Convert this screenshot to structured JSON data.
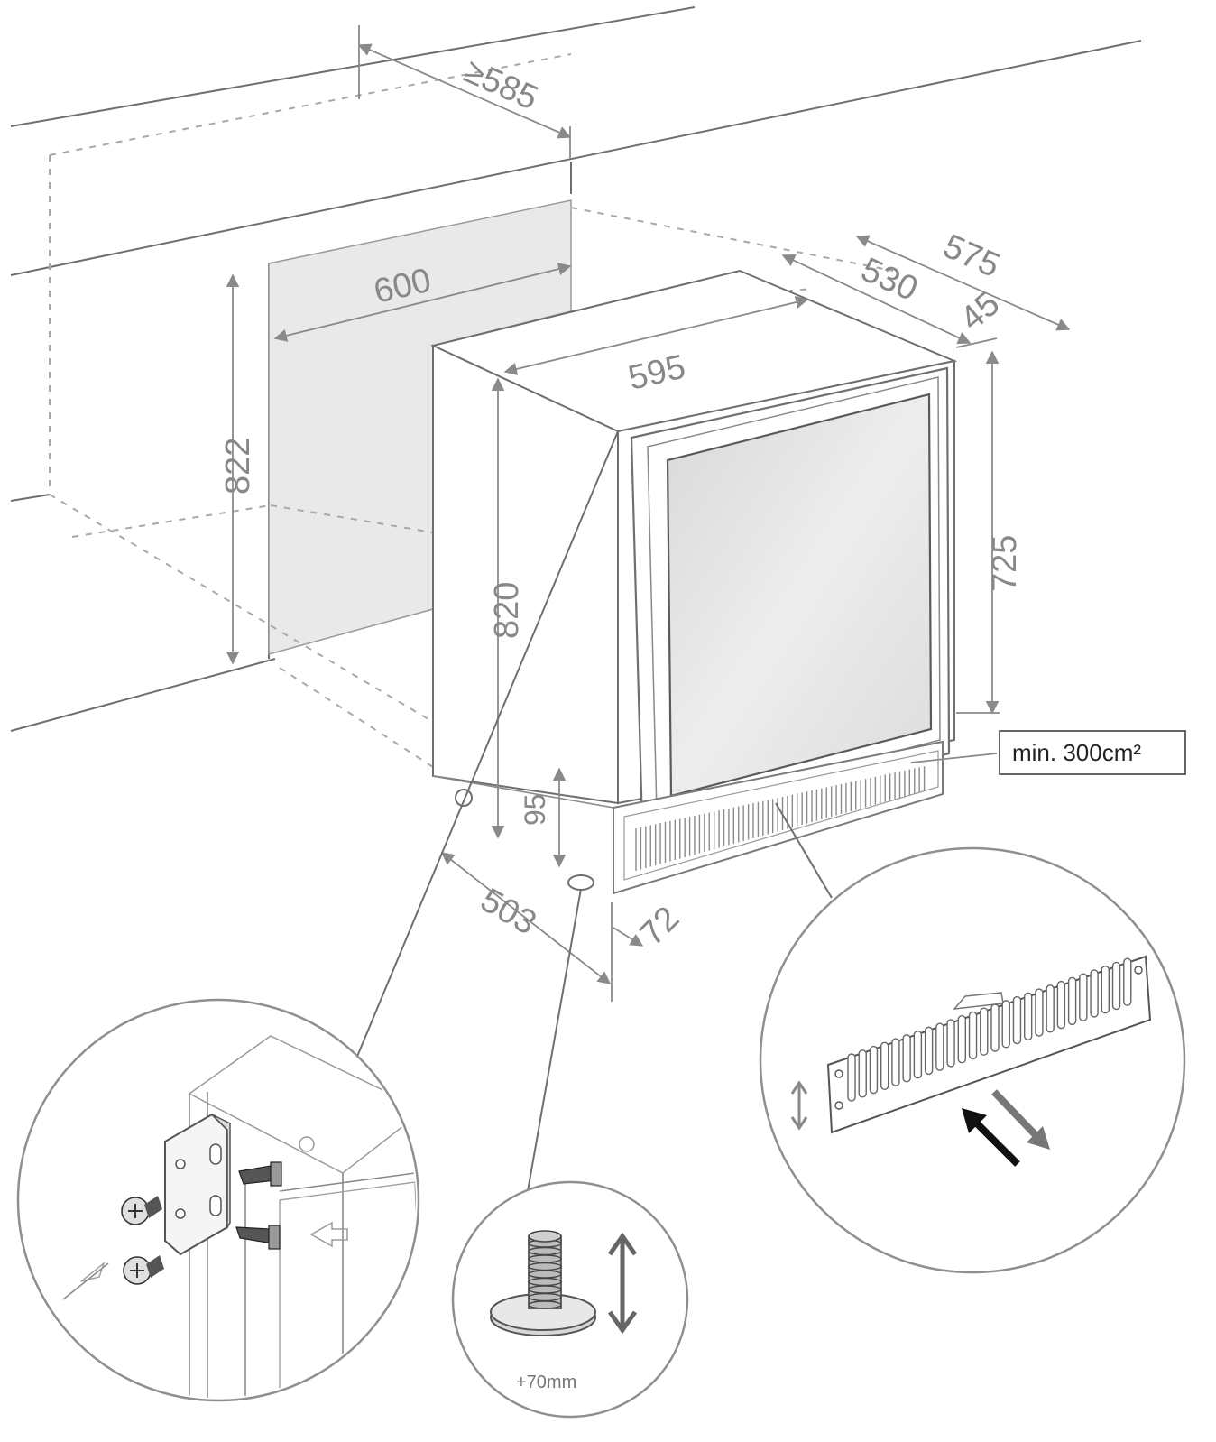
{
  "dimensions": {
    "depth_min": "≥585",
    "niche_width": "600",
    "niche_height": "822",
    "appliance_width": "595",
    "appliance_height": "820",
    "depth_total": "575",
    "depth_body": "530",
    "door_depth": "45",
    "door_height": "725",
    "plinth_height": "95",
    "foot_depth": "503",
    "plinth_depth": "72"
  },
  "labels": {
    "ventilation": "min. 300cm²",
    "foot_adjust": "+70mm"
  }
}
